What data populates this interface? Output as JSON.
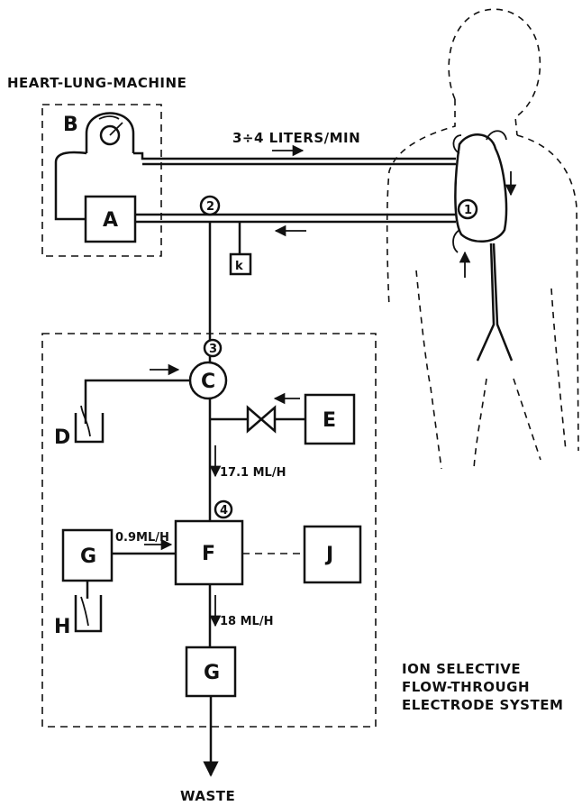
{
  "titles": {
    "machine": "HEART-LUNG-MACHINE",
    "system_line1": "ION SELECTIVE",
    "system_line2": "FLOW-THROUGH",
    "system_line3": "ELECTRODE SYSTEM",
    "waste": "WASTE"
  },
  "flows": {
    "main": "3÷4 LITERS/MIN",
    "sample": "17.1 ML/H",
    "reagent": "0.9ML/H",
    "outlet": "18 ML/H"
  },
  "components": {
    "A": "A",
    "B": "B",
    "C": "C",
    "D": "D",
    "E": "E",
    "F": "F",
    "G1": "G",
    "G2": "G",
    "H": "H",
    "J": "J",
    "K": "k"
  },
  "points": {
    "p1": "1",
    "p2": "2",
    "p3": "3",
    "p4": "4"
  }
}
